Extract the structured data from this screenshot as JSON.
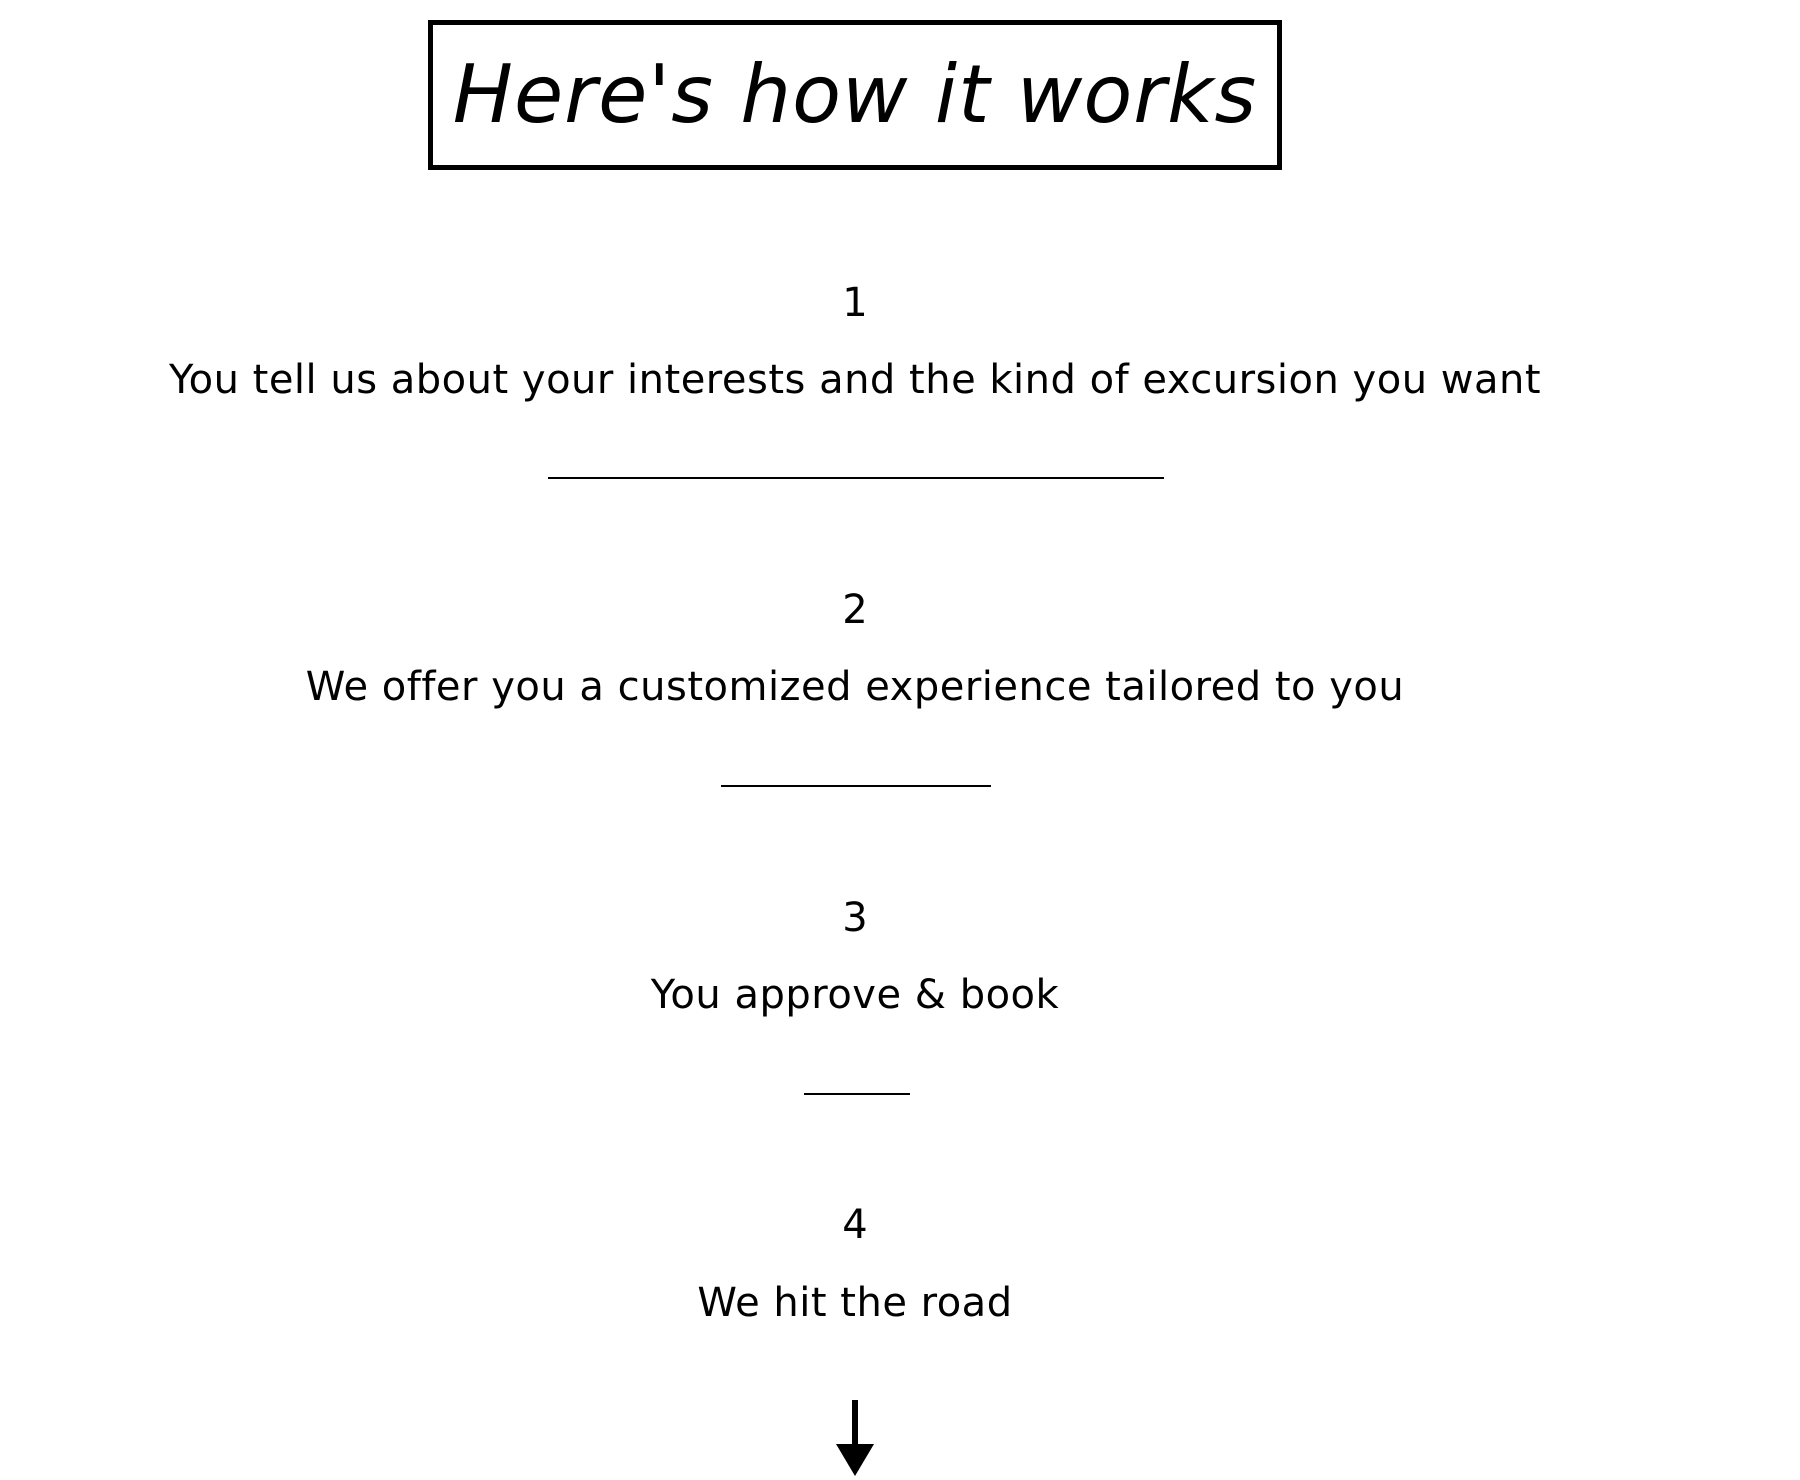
{
  "heading": {
    "title": "Here's how it works"
  },
  "steps": [
    {
      "number": "1",
      "text": "You tell us about your interests and the kind of excursion you want"
    },
    {
      "number": "2",
      "text": "We offer you a customized experience tailored to you"
    },
    {
      "number": "3",
      "text": "You approve & book"
    },
    {
      "number": "4",
      "text": "We hit the road"
    }
  ],
  "icons": {
    "scroll_arrow": "arrow-down-icon"
  },
  "colors": {
    "text": "#000000",
    "background": "#ffffff"
  }
}
